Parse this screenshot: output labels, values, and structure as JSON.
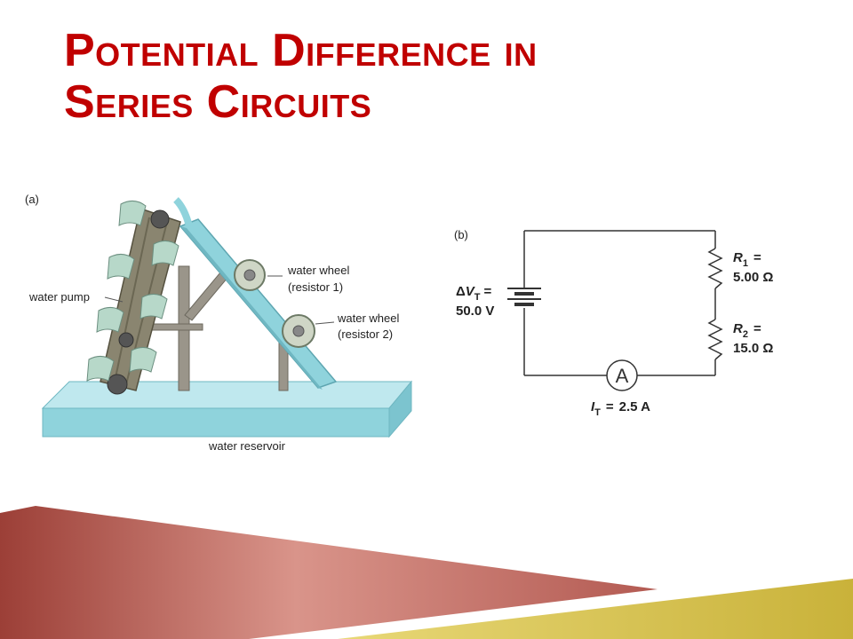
{
  "slide": {
    "title_line1": "Potential Difference in",
    "title_line2": "Series Circuits",
    "colors": {
      "title": "#c00000",
      "water": "#8fd3dc",
      "wire": "#333333",
      "deco_red": "#b35a52",
      "deco_gold": "#d8c44a"
    }
  },
  "figure_a": {
    "panel_label": "(a)",
    "labels": {
      "water_wheel_1": "water wheel",
      "resistor_1": "(resistor 1)",
      "water_wheel_2": "water wheel",
      "resistor_2": "(resistor 2)",
      "water_pump": "water pump",
      "water_reservoir": "water reservoir"
    }
  },
  "figure_b": {
    "panel_label": "(b)",
    "battery": {
      "symbol_delta": "Δ",
      "symbol": "V",
      "subscript": "T",
      "equals": "=",
      "value": "50.0 V"
    },
    "r1": {
      "symbol": "R",
      "subscript": "1",
      "equals": "=",
      "value": "5.00 Ω"
    },
    "r2": {
      "symbol": "R",
      "subscript": "2",
      "equals": "=",
      "value": "15.0 Ω"
    },
    "ammeter": {
      "symbol": "A"
    },
    "current": {
      "symbol": "I",
      "subscript": "T",
      "equals": "=",
      "value": "2.5 A"
    }
  }
}
